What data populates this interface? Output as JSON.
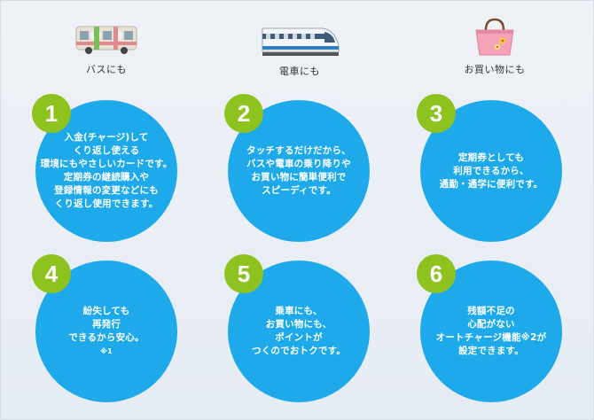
{
  "categories": [
    {
      "label": "バスにも",
      "icon": "bus-icon"
    },
    {
      "label": "電車にも",
      "icon": "train-icon"
    },
    {
      "label": "お買い物にも",
      "icon": "shopping-bag-icon"
    }
  ],
  "features": [
    {
      "number": "1",
      "text": "入金(チャージ)して\nくり返し使える\n環境にもやさしいカードです。\n定期券の継続購入や\n登録情報の変更などにも\nくり返し使用できます。",
      "note": ""
    },
    {
      "number": "2",
      "text": "タッチするだけだから、\nバスや電車の乗り降りや\nお買い物に簡単便利で\nスピーディです。",
      "note": ""
    },
    {
      "number": "3",
      "text": "定期券としても\n利用できるから、\n通勤・通学に便利です。",
      "note": ""
    },
    {
      "number": "4",
      "text": "紛失しても\n再発行\nできるから安心。",
      "note": "※1"
    },
    {
      "number": "5",
      "text": "乗車にも、\nお買い物にも、\nポイントが\nつくのでおトクです。",
      "note": ""
    },
    {
      "number": "6",
      "text": "残額不足の\n心配がない\nオートチャージ機能※2が\n設定できます。",
      "note": ""
    }
  ],
  "colors": {
    "circle": "#1ea9ea",
    "badge": "#8dc21f",
    "background": "#e9eef4"
  }
}
